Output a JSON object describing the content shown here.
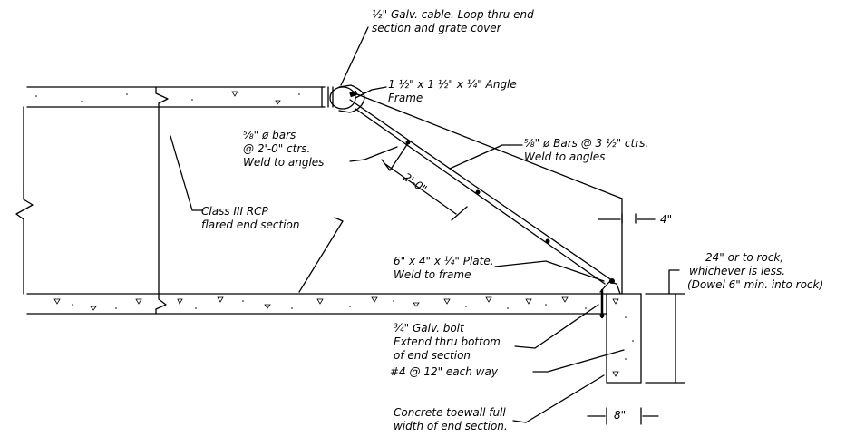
{
  "colors": {
    "ink": "#000000",
    "background": "#ffffff"
  },
  "notes": {
    "cable": [
      "½\" Galv. cable. Loop thru end",
      "section and grate cover"
    ],
    "angle_frame": [
      "1 ½\" x 1 ½\" x ¼\" Angle",
      "Frame"
    ],
    "bars_58": [
      "⅝\" ø bars",
      "@ 2'-0\" ctrs.",
      "Weld to angles"
    ],
    "bars_58_35": [
      "⅝\" ø Bars @ 3 ½\" ctrs.",
      "Weld to angles"
    ],
    "rcp": [
      "Class III RCP",
      "flared end section"
    ],
    "plate": [
      "6\" x 4\" x ¼\" Plate.",
      "Weld to frame"
    ],
    "rock": [
      "24\" or to rock,",
      "whichever is less.",
      "(Dowel 6\" min. into rock)"
    ],
    "bolt": [
      "¾\" Galv. bolt",
      "Extend thru bottom",
      "of end section"
    ],
    "rebar": [
      "#4 @ 12\" each way"
    ],
    "toewall": [
      "Concrete toewall full",
      "width of end section."
    ]
  },
  "dimensions": {
    "bar_spacing": "2'-0\"",
    "wall_thickness": "4\"",
    "toewall_width": "8\""
  }
}
